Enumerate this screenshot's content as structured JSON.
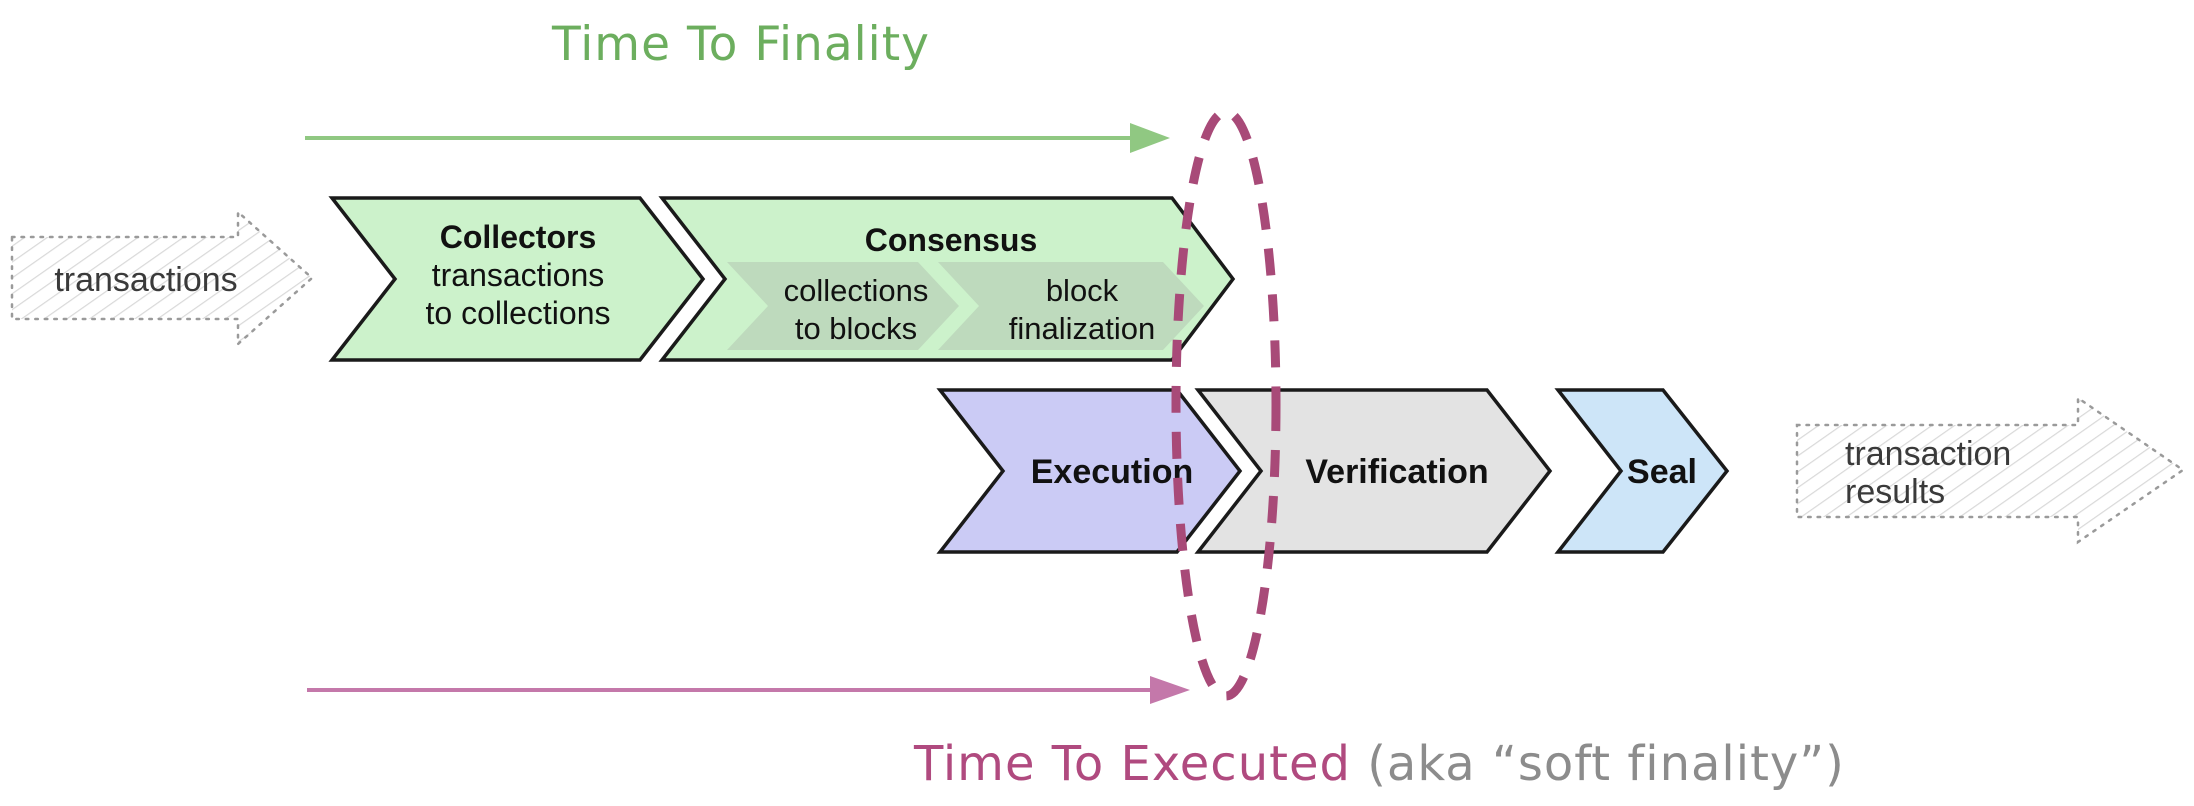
{
  "titles": {
    "time_to_finality": "Time To Finality",
    "time_to_executed": "Time To Executed",
    "time_to_executed_note": " (aka “soft finality”)"
  },
  "input_arrow": {
    "label": "transactions"
  },
  "output_arrow": {
    "line1": "transaction",
    "line2": "results"
  },
  "stages": {
    "collectors": {
      "title": "Collectors",
      "subtitle_line1": "transactions",
      "subtitle_line2": "to collections"
    },
    "consensus": {
      "title": "Consensus",
      "sub_stages": [
        {
          "line1": "collections",
          "line2": "to blocks"
        },
        {
          "line1": "block",
          "line2": "finalization"
        }
      ]
    },
    "execution": {
      "title": "Execution"
    },
    "verification": {
      "title": "Verification"
    },
    "seal": {
      "title": "Seal"
    }
  },
  "colors": {
    "stage_green": "#ccf2cb",
    "stage_sub_green": "#bedabd",
    "stage_purple": "#cbcbf5",
    "stage_gray": "#e3e3e3",
    "stage_blue": "#cde5f8",
    "outline_black": "#1a1a1a",
    "title_green": "#6cae5e",
    "arrow_green": "#90c882",
    "title_magenta": "#b04a7f",
    "arrow_pink": "#c478aa",
    "ellipse_magenta": "#a84a78",
    "sketch_gray": "#9a9a9a",
    "label_dark": "#3a3a3a",
    "note_gray": "#8c8c8c"
  }
}
